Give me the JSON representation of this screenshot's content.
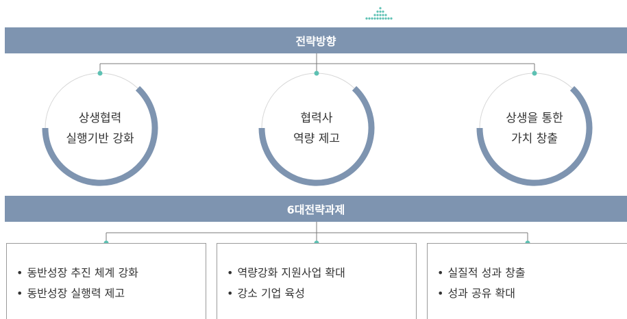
{
  "colors": {
    "banner": "#7e94b0",
    "arc": "#7e94b0",
    "dot": "#5dc1b3",
    "line": "#7a7a7a"
  },
  "top_icon": "dot-pyramid-icon",
  "strategy_banner": "전략방향",
  "strategies": [
    {
      "line1": "상생협력",
      "line2": "실행기반 강화"
    },
    {
      "line1": "협력사",
      "line2": "역량 제고"
    },
    {
      "line1": "상생을 통한",
      "line2": "가치 창출"
    }
  ],
  "tasks_banner": "6대전략과제",
  "tasks": [
    {
      "items": [
        "동반성장 추진 체계 강화",
        "동반성장 실행력 제고"
      ]
    },
    {
      "items": [
        "역량강화 지원사업 확대",
        "강소 기업 육성"
      ]
    },
    {
      "items": [
        "실질적 성과 창출",
        "성과 공유 확대"
      ]
    }
  ],
  "bullet": "•"
}
